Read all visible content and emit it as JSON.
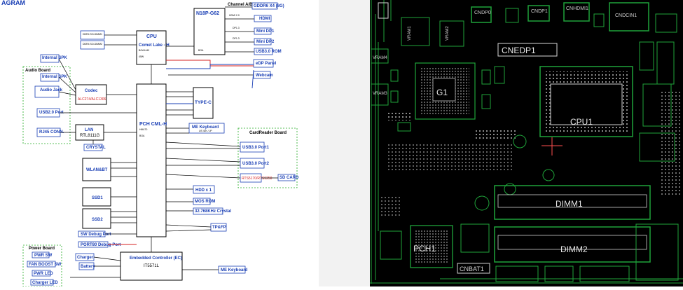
{
  "schematic": {
    "title_fragment": "AGRAM",
    "sections": {
      "audio_board": "Audio Board",
      "cardreader_board": "CardReader Board",
      "power_board": "Power Board"
    },
    "blocks": {
      "cpu": {
        "label": "CPU",
        "sub": "Comet Lake - H",
        "note1": "BGA1440",
        "note2": "45W"
      },
      "gpu": {
        "label": "N18P-G62",
        "note": "BGA"
      },
      "pch": {
        "label": "PCH CML-H",
        "note1": "HM470",
        "note2": "BGA"
      },
      "codec": {
        "label": "Codec",
        "sub": "ALC274/ALC1306"
      },
      "lan": {
        "label": "LAN",
        "sub": "RTL8111G"
      },
      "crystal": "CRYSTAL",
      "wlan": "WLAN&BT",
      "ssd1": "SSD1",
      "ssd2": "SSD2",
      "type_c": "TYPE-C",
      "me_keyboard": {
        "label": "ME Keyboard",
        "sub": "US  /UK  / JP"
      },
      "usb3_port1": "USB3.0 Port1",
      "usb3_port2": "USB3.0 Port2",
      "card_reader_chip": "RTS5170/RTS5250",
      "sd_card": "SD CARD",
      "hdd": "HDD x 1",
      "mos_rom": "MOS ROM",
      "crystal_32k": "32.768KHz Crystal",
      "tpm": "TP&FP",
      "sw_debug": "SW Debug Port",
      "port80": "PORT80 Debug Port",
      "ec": {
        "label": "Embedded Controller (EC)",
        "sub": "IT5571L"
      },
      "charger": "Charger",
      "battery": "Battery",
      "me_keyboard2": "ME Keyboard",
      "internal_spk": "Internal SPK",
      "audio_jack": "Audio Jack",
      "usb2_port": "USB2.0 Port",
      "rj45": "RJ45 CONN.",
      "edp_panel": "eDP Panel",
      "webcam": "Webcam"
    },
    "memory": [
      "DDR4 SO-DIMM1",
      "DDR4 SO-DIMM2"
    ],
    "gpu_outputs": {
      "channel": "Channel A/B",
      "gddr": "GDDR6 X4 (8G)",
      "hdmi_label": "HDMI 2.0",
      "hdmi": "HDMI",
      "dp1": "DP1.3",
      "mini_dp1": "Mini DP1",
      "dp2": "DP1.3",
      "mini_dp2": "Mini DP2",
      "usb3_rom": "USB3.0 ROM"
    },
    "power_items": [
      "PWR SW",
      "FAN BOOST SW",
      "PWR LED",
      "Charger LED"
    ]
  },
  "boardview": {
    "labels": {
      "cpu": "CPU1",
      "gpu": "G1",
      "pch": "PCH1",
      "dimm1": "DIMM1",
      "dimm2": "DIMM2",
      "cnedp": "CNEDP1",
      "ram": [
        "VRAM1",
        "VRAM2",
        "VRAM3",
        "VRAM4"
      ],
      "top": [
        "CNDP0",
        "CNDP1",
        "CNHDMI1",
        "CNDCIN1"
      ],
      "bottom": "CNBAT1"
    }
  }
}
